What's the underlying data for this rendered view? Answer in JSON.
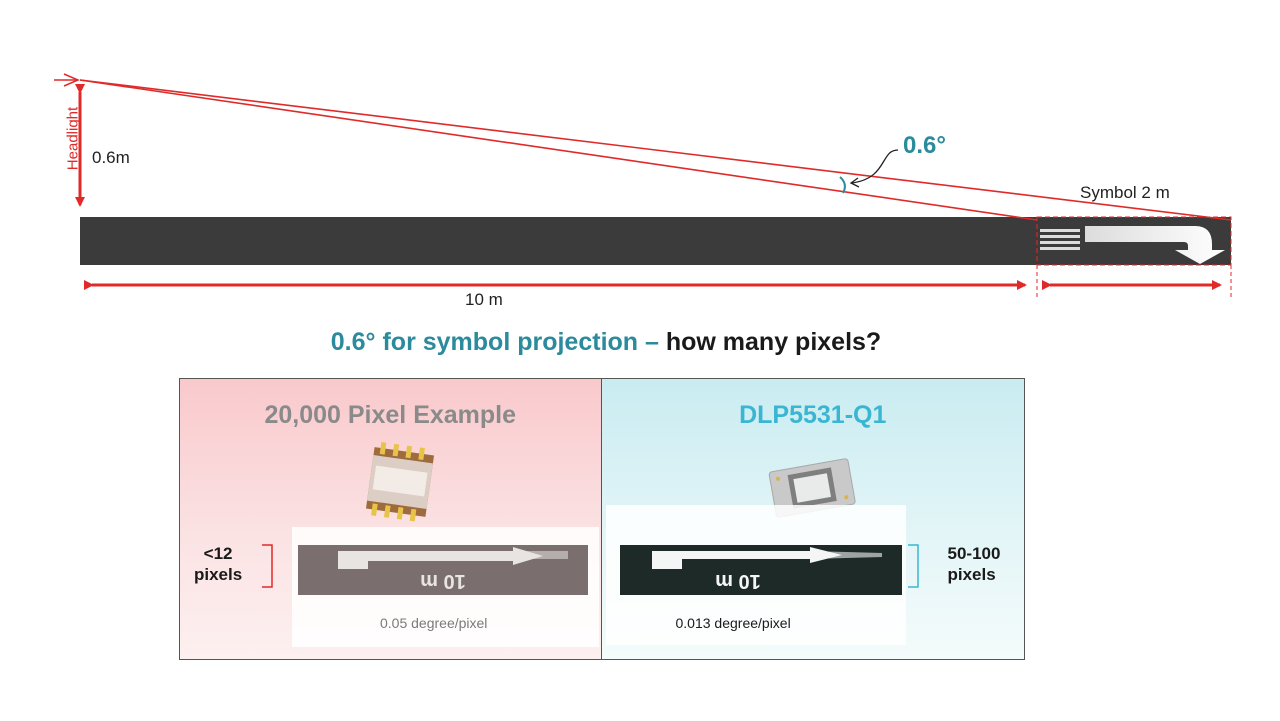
{
  "diagram": {
    "headlight_label": "Headlight",
    "height_label": "0.6m",
    "angle_label": "0.6°",
    "symbol_label": "Symbol 2 m",
    "distance_label": "10 m",
    "road_text": "10 m"
  },
  "headline": {
    "teal_part": "0.6° for symbol projection",
    "dash": " – ",
    "dark_part": "how many pixels?"
  },
  "panels": {
    "left": {
      "title": "20,000 Pixel Example",
      "pixel_count_line1": "<12",
      "pixel_count_line2": "pixels",
      "resolution": "0.05 degree/pixel"
    },
    "right": {
      "title": "DLP5531-Q1",
      "pixel_count_line1": "50-100",
      "pixel_count_line2": "pixels",
      "resolution": "0.013 degree/pixel"
    }
  },
  "colors": {
    "red": "#e02a2a",
    "teal": "#2b8a9c",
    "road": "#3b3b3b",
    "light_blue": "#3ab6d3"
  },
  "icons": {
    "left_chip": "pixel-chip-icon",
    "right_chip": "dlp-chip-icon",
    "road_arrow": "turn-arrow-icon"
  }
}
